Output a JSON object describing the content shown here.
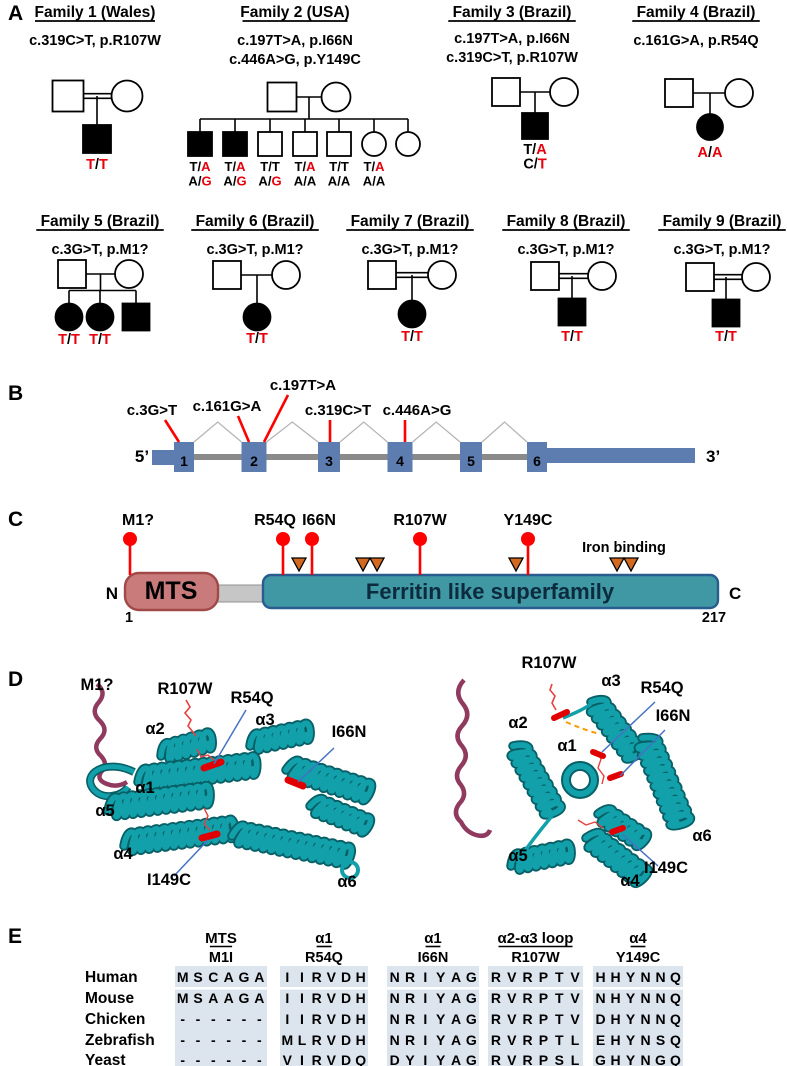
{
  "panel_labels": {
    "a": "A",
    "b": "B",
    "c": "C",
    "d": "D",
    "e": "E"
  },
  "colors": {
    "red_text": "#e8000d",
    "red_shape": "#fe0000",
    "exon_blue": "#5d7db1",
    "intron_gray": "#8a8a8a",
    "splice_gray": "#b3b3b3",
    "mts_fill": "#c97b7b",
    "mts_border": "#a14848",
    "domain_fill": "#3f98a3",
    "domain_border": "#2a5d8f",
    "linker_fill": "#c6c6c6",
    "linker_border": "#909090",
    "triangle_orange": "#d2691e",
    "teal": "#12a0aa",
    "teal_dark": "#085f66",
    "maroon": "#8f3a5e",
    "pointer_blue": "#4472c4",
    "align_bg": "#dce4ee"
  },
  "families": [
    {
      "name": "Family 1 (Wales)",
      "mutations": [
        "c.319C>T, p.R107W"
      ],
      "couple": "double",
      "children": [
        {
          "shape": "square",
          "filled": true,
          "genotype": [
            "[T]/[T]"
          ]
        }
      ]
    },
    {
      "name": "Family 2 (USA)",
      "mutations": [
        "c.197T>A, p.I66N",
        "c.446A>G, p.Y149C"
      ],
      "couple": "single",
      "children": [
        {
          "shape": "square",
          "filled": true,
          "genotype": [
            "T/[A]",
            "A/[G]"
          ]
        },
        {
          "shape": "square",
          "filled": true,
          "genotype": [
            "T/[A]",
            "A/[G]"
          ]
        },
        {
          "shape": "square",
          "filled": false,
          "genotype": [
            "T/T",
            "A/[G]"
          ]
        },
        {
          "shape": "square",
          "filled": false,
          "genotype": [
            "T/[A]",
            "A/A"
          ]
        },
        {
          "shape": "square",
          "filled": false,
          "genotype": [
            "T/T",
            "A/A"
          ]
        },
        {
          "shape": "circle",
          "filled": false,
          "genotype": [
            "T/[A]",
            "A/A"
          ]
        },
        {
          "shape": "circle",
          "filled": false,
          "genotype": []
        }
      ]
    },
    {
      "name": "Family 3 (Brazil)",
      "mutations": [
        "c.197T>A, p.I66N",
        "c.319C>T, p.R107W"
      ],
      "couple": "single",
      "children": [
        {
          "shape": "square",
          "filled": true,
          "genotype": [
            "T/[A]",
            "C/[T]"
          ]
        }
      ]
    },
    {
      "name": "Family 4 (Brazil)",
      "mutations": [
        "c.161G>A, p.R54Q"
      ],
      "couple": "single",
      "children": [
        {
          "shape": "circle",
          "filled": true,
          "genotype": [
            "[A]/[A]"
          ]
        }
      ]
    },
    {
      "name": "Family 5 (Brazil)",
      "mutations": [
        "c.3G>T, p.M1?"
      ],
      "couple": "single",
      "children": [
        {
          "shape": "circle",
          "filled": true,
          "genotype": [
            "[T]/[T]"
          ]
        },
        {
          "shape": "circle",
          "filled": true,
          "genotype": [
            "[T]/[T]"
          ]
        },
        {
          "shape": "square",
          "filled": true,
          "genotype": []
        }
      ]
    },
    {
      "name": "Family 6 (Brazil)",
      "mutations": [
        "c.3G>T, p.M1?"
      ],
      "couple": "single",
      "children": [
        {
          "shape": "circle",
          "filled": true,
          "genotype": [
            "[T]/[T]"
          ]
        }
      ]
    },
    {
      "name": "Family 7 (Brazil)",
      "mutations": [
        "c.3G>T, p.M1?"
      ],
      "couple": "double",
      "children": [
        {
          "shape": "circle",
          "filled": true,
          "genotype": [
            "[T]/[T]"
          ]
        }
      ]
    },
    {
      "name": "Family 8 (Brazil)",
      "mutations": [
        "c.3G>T, p.M1?"
      ],
      "couple": "double",
      "children": [
        {
          "shape": "square",
          "filled": true,
          "genotype": [
            "[T]/[T]"
          ]
        }
      ]
    },
    {
      "name": "Family 9 (Brazil)",
      "mutations": [
        "c.3G>T, p.M1?"
      ],
      "couple": "double",
      "children": [
        {
          "shape": "square",
          "filled": true,
          "genotype": [
            "[T]/[T]"
          ]
        }
      ]
    }
  ],
  "gene": {
    "five_prime": "5’",
    "three_prime": "3’",
    "exons": [
      "1",
      "2",
      "3",
      "4",
      "5",
      "6"
    ],
    "mutations": [
      {
        "label": "c.3G>T"
      },
      {
        "label": "c.161G>A"
      },
      {
        "label": "c.197T>A"
      },
      {
        "label": "c.319C>T"
      },
      {
        "label": "c.446A>G"
      }
    ]
  },
  "protein": {
    "n": "N",
    "c": "C",
    "start": "1",
    "end": "217",
    "mts": "MTS",
    "domain": "Ferritin like superfamily",
    "iron": "Iron binding",
    "variants": [
      "M1?",
      "R54Q",
      "I66N",
      "R107W",
      "Y149C"
    ]
  },
  "structures": {
    "left_labels": [
      "M1?",
      "R107W",
      "R54Q",
      "α2",
      "α3",
      "I66N",
      "α1",
      "α5",
      "α4",
      "I149C",
      "α6"
    ],
    "right_labels": [
      "R107W",
      "α3",
      "R54Q",
      "I66N",
      "α2",
      "α1",
      "α6",
      "α5",
      "I149C",
      "α4"
    ]
  },
  "alignment": {
    "species": [
      "Human",
      "Mouse",
      "Chicken",
      "Zebrafish",
      "Yeast"
    ],
    "groups": [
      {
        "region": "MTS",
        "variant": "M1I",
        "red_col": 0,
        "rows": [
          "MSCAGA",
          "MSAAGA",
          "------",
          "------",
          "------"
        ]
      },
      {
        "region": "α1",
        "variant": "R54Q",
        "red_col": 2,
        "rows": [
          "IIRVDH",
          "IIRVDH",
          "IIRVDH",
          "MLRVDH",
          "VIRVDQ"
        ]
      },
      {
        "region": "α1",
        "variant": "I66N",
        "red_col": 2,
        "rows": [
          "NRIYAG",
          "NRIYAG",
          "NRIYAG",
          "NRIYAG",
          "DYIYAG"
        ]
      },
      {
        "region": "α2-α3 loop",
        "variant": "R107W",
        "red_col": 2,
        "rows": [
          "RVRPTV",
          "RVRPTV",
          "RVRPTV",
          "RVRPTL",
          "RVRPSL"
        ]
      },
      {
        "region": "α4",
        "variant": "Y149C",
        "red_col": 2,
        "rows": [
          "HHYNNQ",
          "NHYNNQ",
          "DHYNNQ",
          "EHYNSQ",
          "GHYNGQ"
        ]
      }
    ]
  }
}
